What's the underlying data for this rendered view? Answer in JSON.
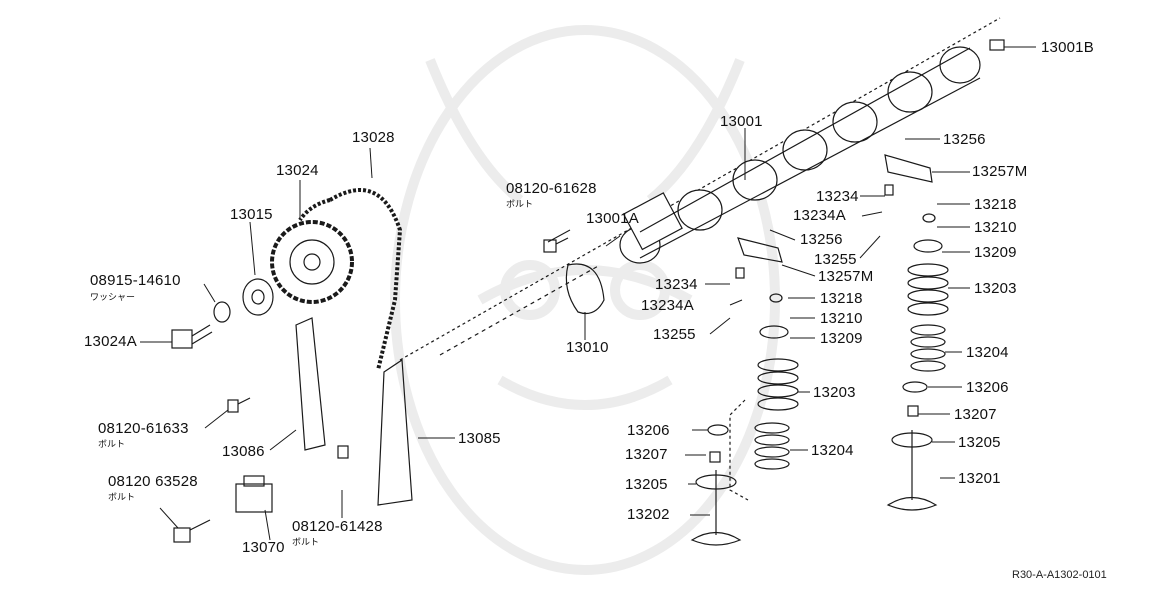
{
  "diagram": {
    "ink_color": "#1a1a1a",
    "watermark_color": "#ececec",
    "ref_code": "R30-A-A1302-0101",
    "callouts": {
      "p13001B": "13001B",
      "p13256a": "13256",
      "p13257Ma": "13257M",
      "p13001": "13001",
      "p13234a": "13234",
      "p13234Aa": "13234A",
      "p13218a": "13218",
      "p13210a": "13210",
      "p13209a": "13209",
      "p13256b": "13256",
      "p13255a": "13255",
      "p13257Mb": "13257M",
      "p13203a": "13203",
      "p13234b": "13234",
      "p13218b": "13218",
      "p13234Ab": "13234A",
      "p13210b": "13210",
      "p13255b": "13255",
      "p13209b": "13209",
      "p13204a": "13204",
      "p13206a": "13206",
      "p13207a": "13207",
      "p13205a": "13205",
      "p13201": "13201",
      "p13203b": "13203",
      "p13206b": "13206",
      "p13207b": "13207",
      "p13204b": "13204",
      "p13205b": "13205",
      "p13202": "13202",
      "p13028": "13028",
      "p13024": "13024",
      "p13015": "13015",
      "bolt61628": "08120-61628",
      "p13001A": "13001A",
      "p13010": "13010",
      "washer14610": "08915-14610",
      "p13024A": "13024A",
      "bolt61633": "08120-61633",
      "p13086": "13086",
      "p13085": "13085",
      "bolt63528": "08120 63528",
      "bolt61428": "08120-61428",
      "p13070": "13070"
    },
    "subtexts": {
      "washer14610": "ワッシャー",
      "bolt61628": "ボルト",
      "bolt61633": "ボルト",
      "bolt63528": "ボルト",
      "bolt61428": "ボルト"
    }
  }
}
